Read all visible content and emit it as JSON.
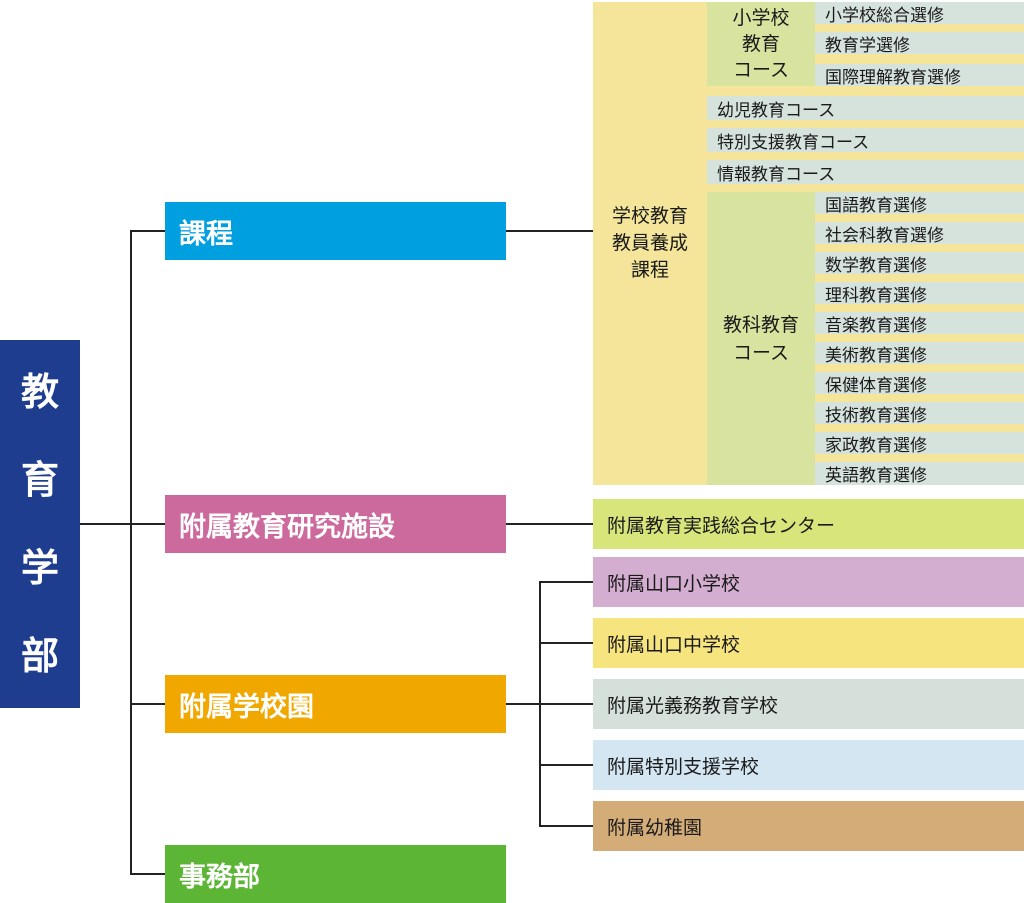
{
  "root": {
    "chars": [
      "教",
      "育",
      "学",
      "部"
    ]
  },
  "categories": {
    "katei": "課程",
    "research": "附属教育研究施設",
    "schools": "附属学校園",
    "office": "事務部"
  },
  "curriculum": {
    "title": [
      "学校教育",
      "教員養成",
      "課程"
    ],
    "elementary": {
      "label": [
        "小学校",
        "教育",
        "コース"
      ],
      "options": [
        "小学校総合選修",
        "教育学選修",
        "国際理解教育選修"
      ]
    },
    "early_childhood": "幼児教育コース",
    "special_needs": "特別支援教育コース",
    "information": "情報教育コース",
    "subject": {
      "label": [
        "教科教育",
        "コース"
      ],
      "options": [
        "国語教育選修",
        "社会科教育選修",
        "数学教育選修",
        "理科教育選修",
        "音楽教育選修",
        "美術教育選修",
        "保健体育選修",
        "技術教育選修",
        "家政教育選修",
        "英語教育選修"
      ]
    }
  },
  "research_center": "附属教育実践総合センター",
  "attached_schools": [
    "附属山口小学校",
    "附属山口中学校",
    "附属光義務教育学校",
    "附属特別支援学校",
    "附属幼稚園"
  ],
  "colors": {
    "root": "#1f3d8f",
    "katei": "#00a0e0",
    "research": "#cc6a9e",
    "schools": "#f0a800",
    "office": "#5db535",
    "curriculum_bg": "#f4e59a",
    "course_bg": "#d9e3a0",
    "option_bg": "#d6e3dd",
    "research_center_bg": "#d8e57a",
    "attached_school_bgs": [
      "#d3aed0",
      "#f6e47e",
      "#d5e0da",
      "#d4e6f2",
      "#d4ac78"
    ]
  }
}
